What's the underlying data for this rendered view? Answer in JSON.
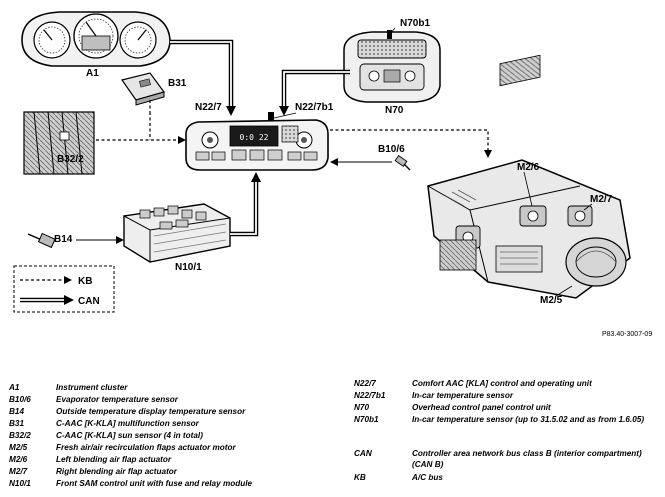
{
  "labels": {
    "a1": "A1",
    "b31": "B31",
    "b32_2": "B32/2",
    "b14": "B14",
    "n10_1": "N10/1",
    "n22_7": "N22/7",
    "n22_7b1": "N22/7b1",
    "n70b1": "N70b1",
    "n70": "N70",
    "b10_6": "B10/6",
    "m2_6": "M2/6",
    "m2_7": "M2/7",
    "m2_5": "M2/5"
  },
  "key": {
    "kb": "KB",
    "can": "CAN"
  },
  "reference": "P83.40-3007-09",
  "climate_display": "0:0 22",
  "legend_left": [
    {
      "code": "A1",
      "text": "Instrument cluster"
    },
    {
      "code": "B10/6",
      "text": "Evaporator temperature sensor"
    },
    {
      "code": "B14",
      "text": "Outside temperature display temperature sensor"
    },
    {
      "code": "B31",
      "text": "C-AAC [K-KLA] multifunction sensor"
    },
    {
      "code": "B32/2",
      "text": "C-AAC [K-KLA] sun sensor (4 in total)"
    },
    {
      "code": "M2/5",
      "text": "Fresh air/air recirculation flaps actuator motor"
    },
    {
      "code": "M2/6",
      "text": "Left blending air flap actuator"
    },
    {
      "code": "M2/7",
      "text": "Right blending air flap actuator"
    },
    {
      "code": "N10/1",
      "text": "Front SAM control unit with fuse and relay module"
    }
  ],
  "legend_right": [
    {
      "code": "N22/7",
      "text": "Comfort AAC [KLA] control and operating unit"
    },
    {
      "code": "N22/7b1",
      "text": "In-car temperature sensor"
    },
    {
      "code": "N70",
      "text": "Overhead control panel control unit"
    },
    {
      "code": "N70b1",
      "text": "In-car temperature sensor (up to 31.5.02 and as from 1.6.05)"
    },
    {
      "code": "CAN",
      "text": "Controller area network bus class B (interior compartment) (CAN B)"
    },
    {
      "code": "KB",
      "text": "A/C bus"
    }
  ]
}
